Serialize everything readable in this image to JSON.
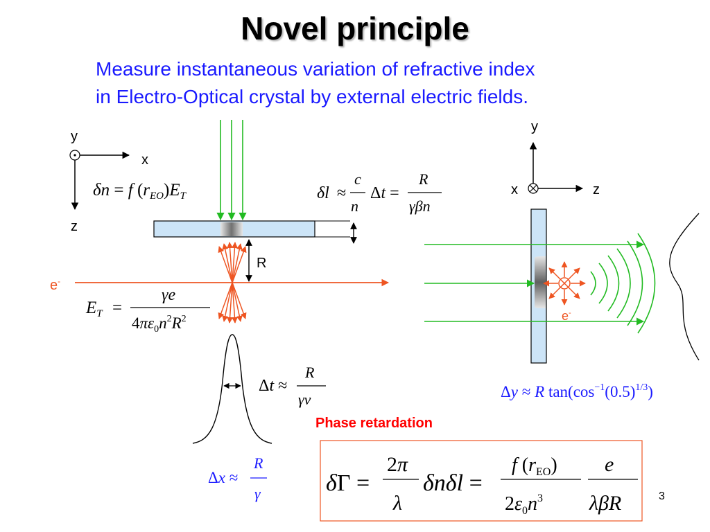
{
  "title": "Novel principle",
  "subtitle": {
    "line1": "Measure instantaneous variation of refractive index",
    "line2": "in Electro-Optical crystal by external electric fields."
  },
  "left_axes": {
    "x": "x",
    "y": "y",
    "z": "z"
  },
  "right_axes": {
    "x": "x",
    "y": "y",
    "z": "z"
  },
  "labels": {
    "distance": "R",
    "electron_left": "e",
    "electron_right": "e",
    "electron_sup": "-"
  },
  "phase_label": "Phase retardation",
  "page_number": "3",
  "colors": {
    "title": "#000000",
    "subtitle": "#1a1aff",
    "laser": "#22bb22",
    "electron_beam": "#ee5522",
    "crystal_fill": "#cce4f7",
    "phase_text": "#ff0000",
    "formula_box": "#ee5522"
  }
}
